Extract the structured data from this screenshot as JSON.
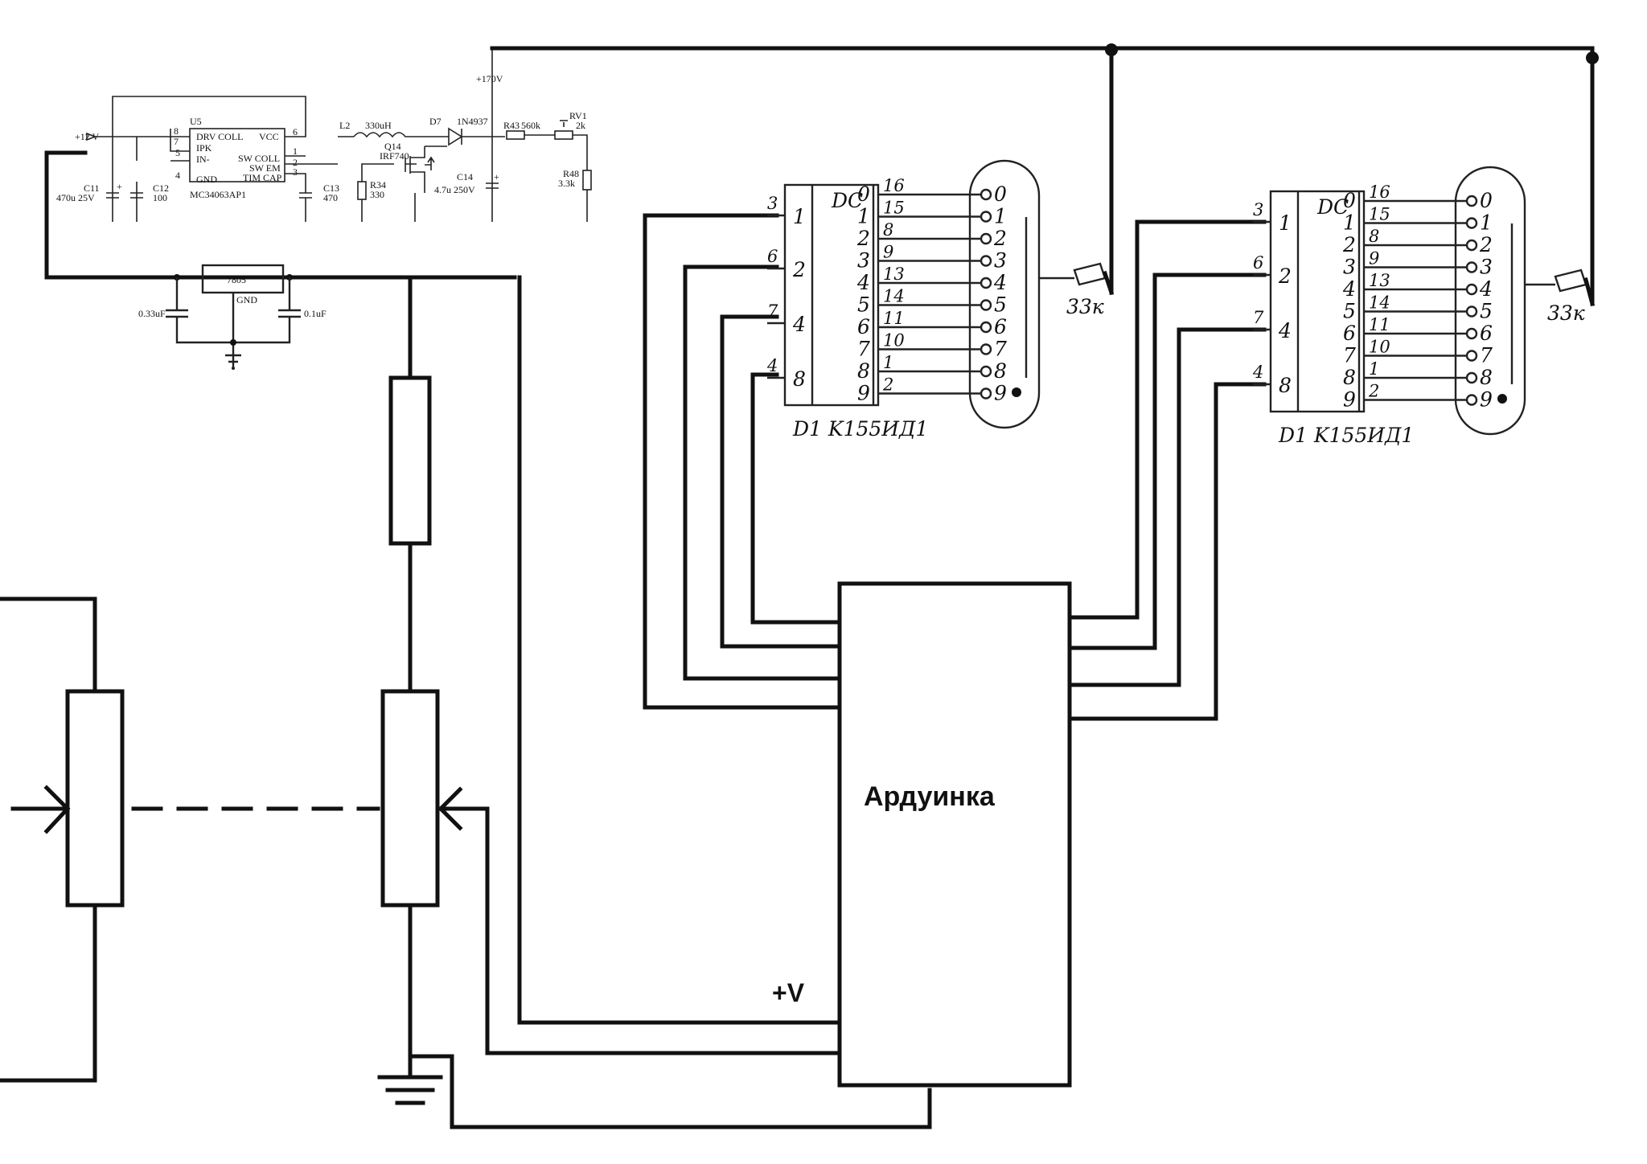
{
  "supply": {
    "input": "+12 V",
    "hv_out": "+170V",
    "ic_ref": "U5",
    "ic_name": "MC34063AP1",
    "ic_pins_left": [
      "DRV COLL",
      "IPK",
      "IN-",
      "GND"
    ],
    "ic_pins_right": [
      "VCC",
      "SW COLL",
      "SW EM",
      "TIM CAP"
    ],
    "pin_numbers": [
      "8",
      "7",
      "5",
      "4",
      "6",
      "1",
      "2",
      "3"
    ],
    "L2": "L2",
    "L2_val": "330uH",
    "D7": "D7",
    "D7_val": "1N4937",
    "Q14": "Q14",
    "Q14_val": "IRF740",
    "R43": "R43",
    "R43_val": "560k",
    "RV1": "RV1",
    "RV1_val": "2k",
    "R48": "R48",
    "R48_val": "3.3k",
    "R34": "R34",
    "R34_val": "330",
    "C11": "C11",
    "C11_val": "470u 25V",
    "C12": "C12",
    "C12_val": "100",
    "C13": "C13",
    "C13_val": "470",
    "C14": "C14",
    "C14_val": "4.7u 250V",
    "plus": "+"
  },
  "regulator": {
    "name": "7805",
    "gnd": "GND",
    "cap_left": "0.33uF",
    "cap_right": "0.1uF"
  },
  "decoder": {
    "dc_label": "DC",
    "chip_label": "D1 K155ИД1",
    "inputs": [
      {
        "pin": "3",
        "weight": "1"
      },
      {
        "pin": "6",
        "weight": "2"
      },
      {
        "pin": "7",
        "weight": "4"
      },
      {
        "pin": "4",
        "weight": "8"
      }
    ],
    "outputs": [
      {
        "digit": "0",
        "pin": "16"
      },
      {
        "digit": "1",
        "pin": "15"
      },
      {
        "digit": "2",
        "pin": "8"
      },
      {
        "digit": "3",
        "pin": "9"
      },
      {
        "digit": "4",
        "pin": "13"
      },
      {
        "digit": "5",
        "pin": "14"
      },
      {
        "digit": "6",
        "pin": "11"
      },
      {
        "digit": "7",
        "pin": "10"
      },
      {
        "digit": "8",
        "pin": "1"
      },
      {
        "digit": "9",
        "pin": "2"
      }
    ],
    "anode_resistor": "33к"
  },
  "arduino": {
    "label": "Ардуинка",
    "vplus": "+V"
  }
}
